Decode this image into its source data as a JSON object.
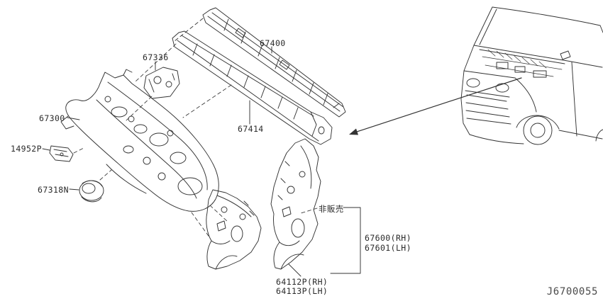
{
  "page": {
    "background": "#ffffff",
    "line_color": "#333333",
    "text_color": "#2a2a2a",
    "muted_text_color": "#4a4a4a"
  },
  "diagram": {
    "drawing_number": "J6700055",
    "callouts": {
      "c67336": "67336",
      "c67400": "67400",
      "c67300": "67300",
      "c67414": "67414",
      "c14952P": "14952P",
      "c67318N": "67318N",
      "not_for_sale": "非販売",
      "c67600_rh": "67600(RH)",
      "c67601_lh": "67601(LH)",
      "c64112P_rh": "64112P(RH)",
      "c64113P_lh": "64113P(LH)"
    }
  }
}
